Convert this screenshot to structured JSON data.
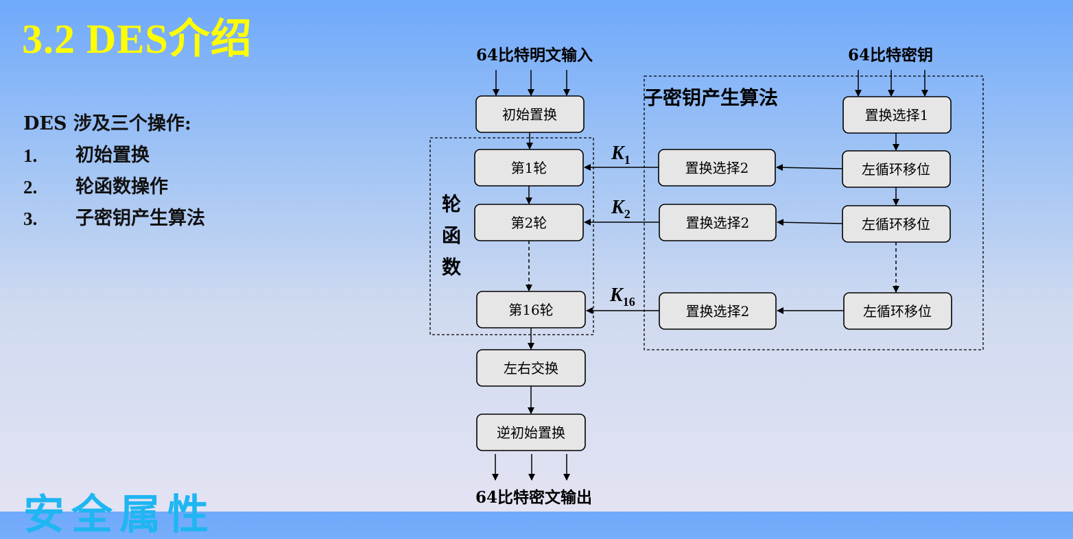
{
  "title": "3.2 DES介绍",
  "intro": {
    "heading": "DES 涉及三个操作:",
    "items": [
      {
        "num": "1.",
        "text": "初始置换"
      },
      {
        "num": "2.",
        "text": "轮函数操作"
      },
      {
        "num": "3.",
        "text": "子密钥产生算法"
      }
    ]
  },
  "footer_text": "安全属性",
  "diagram": {
    "plaintext_input": "64比特明文输入",
    "key_input": "64比特密钥",
    "ciphertext_output": "64比特密文输出",
    "initial_permutation": "初始置换",
    "rounds": [
      "第1轮",
      "第2轮",
      "第16轮"
    ],
    "round_function_label": [
      "轮",
      "函",
      "数"
    ],
    "swap": "左右交换",
    "inverse_permutation": "逆初始置换",
    "subkey_label": "子密钥产生算法",
    "pc1": "置换选择1",
    "pc2": [
      "置换选择2",
      "置换选择2",
      "置换选择2"
    ],
    "shifts": [
      "左循环移位",
      "左循环移位",
      "左循环移位"
    ],
    "subkeys": [
      {
        "k": "K",
        "sub": "1"
      },
      {
        "k": "K",
        "sub": "2"
      },
      {
        "k": "K",
        "sub": "16"
      }
    ]
  }
}
